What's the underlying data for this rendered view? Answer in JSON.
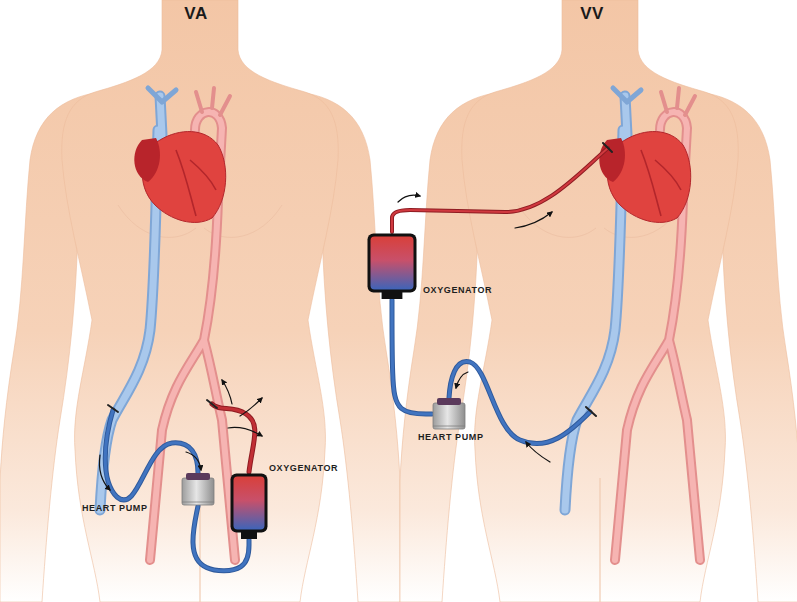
{
  "diagram": {
    "nodes": [
      {
        "text": [
          "HEART PUMP"
        ]
      },
      {
        "text": [
          "OXYGENATOR"
        ]
      },
      {
        "text": [
          "OXYGENATOR"
        ]
      },
      {
        "text": [
          "HEART PUMP"
        ]
      }
    ],
    "edges": [
      {
        "from": 0,
        "to": 1,
        "arrow": "none"
      },
      {
        "from": 3,
        "to": 2,
        "arrow": "none"
      }
    ],
    "labels": [
      "VA",
      "VV"
    ]
  }
}
